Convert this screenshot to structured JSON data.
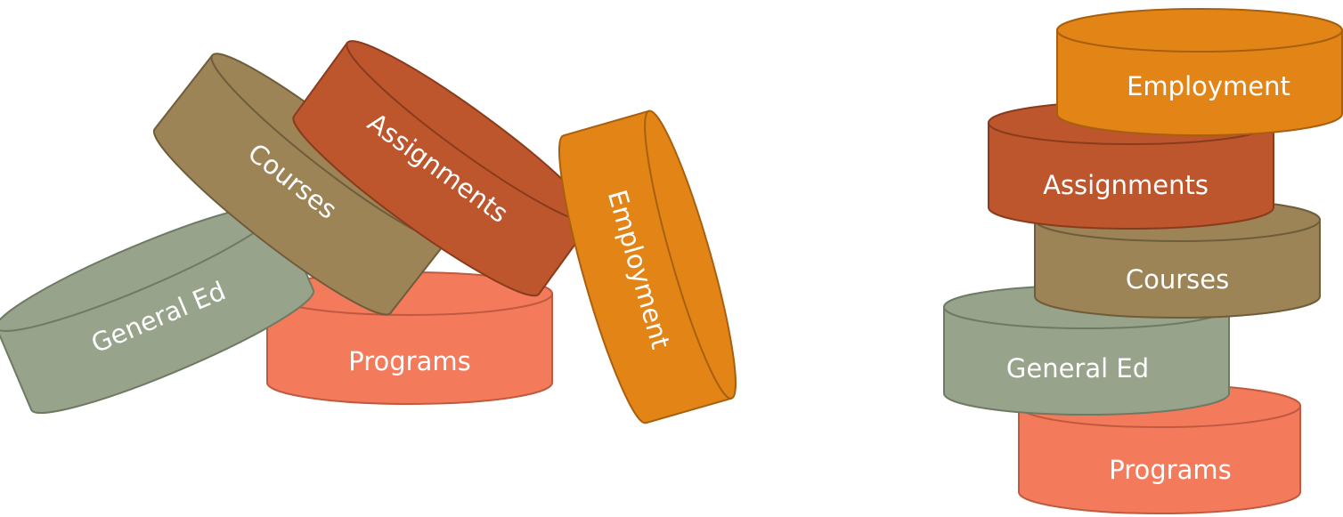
{
  "scenes": [
    {
      "name": "tumbled-stack",
      "disks": [
        {
          "id": "programs",
          "label": "Programs",
          "color": "#f37b5c",
          "stroke": "#c05a3f"
        },
        {
          "id": "general-ed",
          "label": "General Ed",
          "color": "#97a38a",
          "stroke": "#6e7a62"
        },
        {
          "id": "courses",
          "label": "Courses",
          "color": "#9c8457",
          "stroke": "#6f5c3a"
        },
        {
          "id": "assignments",
          "label": "Assignments",
          "color": "#bd562d",
          "stroke": "#8a3b1c"
        },
        {
          "id": "employment",
          "label": "Employment",
          "color": "#e38417",
          "stroke": "#a85f0e"
        }
      ]
    },
    {
      "name": "ordered-stack",
      "disks": [
        {
          "id": "programs",
          "label": "Programs",
          "color": "#f37b5c",
          "stroke": "#c05a3f"
        },
        {
          "id": "general-ed",
          "label": "General Ed",
          "color": "#97a38a",
          "stroke": "#6e7a62"
        },
        {
          "id": "courses",
          "label": "Courses",
          "color": "#9c8457",
          "stroke": "#6f5c3a"
        },
        {
          "id": "assignments",
          "label": "Assignments",
          "color": "#bd562d",
          "stroke": "#8a3b1c"
        },
        {
          "id": "employment",
          "label": "Employment",
          "color": "#e38417",
          "stroke": "#a85f0e"
        }
      ]
    }
  ]
}
